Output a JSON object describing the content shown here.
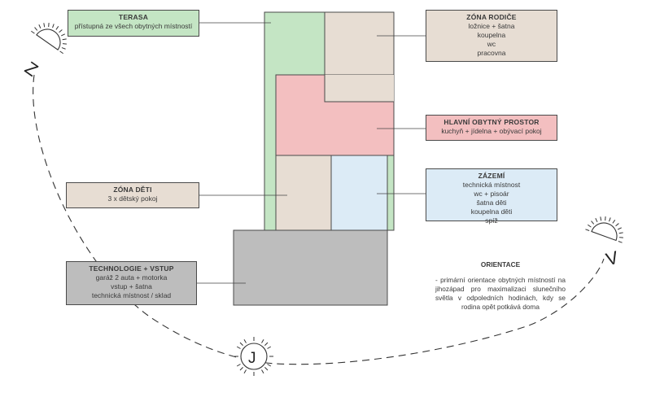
{
  "colors": {
    "green": "#c4e5c4",
    "beige": "#e7ddd3",
    "pink": "#f3bfc0",
    "blue": "#dcebf6",
    "gray": "#bdbdbd",
    "stroke": "#4a4a4a"
  },
  "zones": {
    "terasa": {
      "title": "TERASA",
      "lines": [
        "přístupná ze všech obytných místností"
      ]
    },
    "rodice": {
      "title": "ZÓNA RODIČE",
      "lines": [
        "ložnice + šatna",
        "koupelna",
        "wc",
        "pracovna"
      ]
    },
    "obytny": {
      "title": "HLAVNÍ OBYTNÝ PROSTOR",
      "lines": [
        "kuchyň + jídelna + obývací pokoj"
      ]
    },
    "zazemi": {
      "title": "ZÁZEMÍ",
      "lines": [
        "technická místnost",
        "wc + pisoár",
        "šatna děti",
        "koupelna děti",
        "spíž"
      ]
    },
    "deti": {
      "title": "ZÓNA DĚTI",
      "lines": [
        "3 x dětský pokoj"
      ]
    },
    "technologie": {
      "title": "TECHNOLOGIE + VSTUP",
      "lines": [
        "garáž 2 auta + motorka",
        "vstup + šatna",
        "technická místnost / sklad"
      ]
    }
  },
  "orientace": {
    "title": "ORIENTACE",
    "text": "- primární orientace obytných místností na jihozápad pro maximalizaci slunečního světla v odpoledních hodinách, kdy se rodina opět potkává doma"
  },
  "compass": {
    "west": "Z",
    "south": "J",
    "east": "V"
  },
  "icons": [
    "sun-icon-west",
    "sun-icon-south",
    "sun-icon-east"
  ]
}
